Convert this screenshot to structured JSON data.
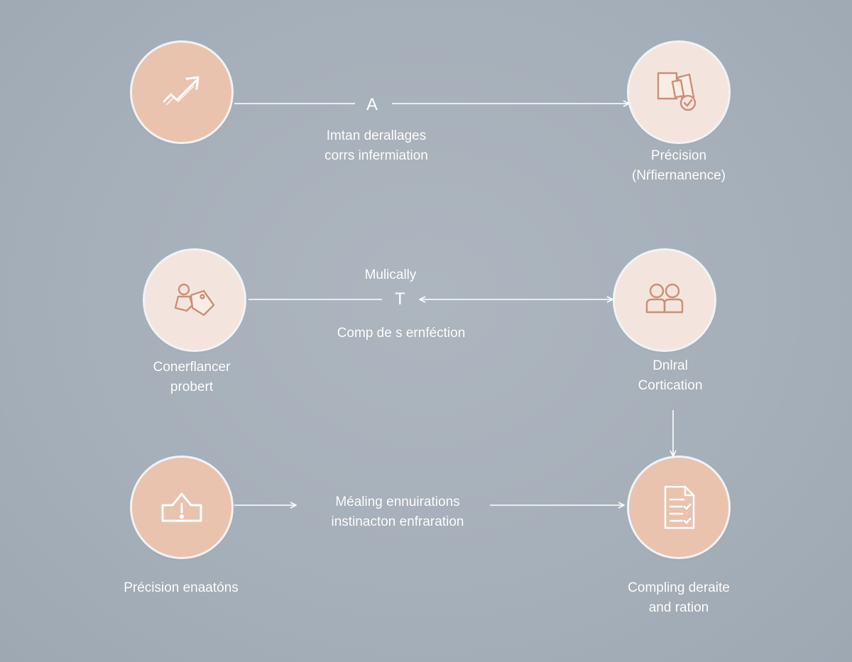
{
  "colors": {
    "background": "#a5afb9",
    "node_peach": "#e9c3ae",
    "node_light": "#f3e5dd",
    "icon_stroke": "#c98f78",
    "connector": "#ffffff"
  },
  "nodes": {
    "top_left": {
      "icon": "trend-arrow-icon"
    },
    "top_right": {
      "icon": "documents-check-icon",
      "label_1": "Précision",
      "label_2": "(Nŕfiernanence)"
    },
    "mid_left": {
      "icon": "tag-people-icon",
      "label_1": "Conerflancer",
      "label_2": "probert"
    },
    "mid_right": {
      "icon": "people-group-icon",
      "label_1": "Dnlral",
      "label_2": "Cortication"
    },
    "bottom_left": {
      "icon": "warning-box-icon",
      "label_1": "Précision enaatóns"
    },
    "bottom_right": {
      "icon": "checklist-document-icon",
      "label_1": "Compling deraite",
      "label_2": "and ration"
    }
  },
  "connectors": {
    "top": {
      "letter": "A",
      "caption_1": "Imtan derallages",
      "caption_2": "corrs infermiation"
    },
    "middle": {
      "heading": "Mulically",
      "letter": "T",
      "caption": "Comp de s ernféction"
    },
    "bottom": {
      "caption_1": "Méaling ennuirations",
      "caption_2": "instinacton enfraration"
    }
  }
}
